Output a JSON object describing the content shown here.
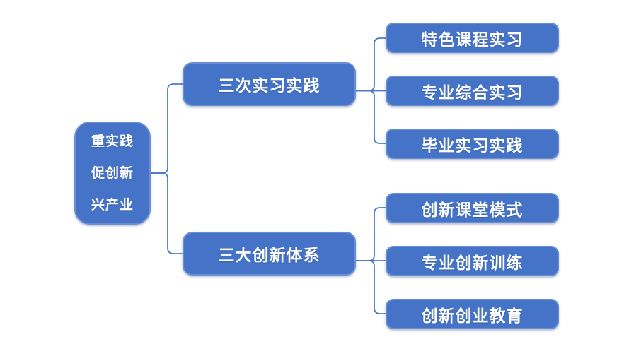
{
  "colors": {
    "node_fill": "#4573C8",
    "node_border": "#6A8FD4",
    "connector": "#4F79CB",
    "text": "#FFFFFF",
    "background": "#FFFFFF"
  },
  "diagram": {
    "root": {
      "label_lines": [
        "重实践",
        "促创新",
        "兴产业"
      ]
    },
    "branches": [
      {
        "label": "三次实习实践",
        "children": [
          "特色课程实习",
          "专业综合实习",
          "毕业实习实践"
        ]
      },
      {
        "label": "三大创新体系",
        "children": [
          "创新课堂模式",
          "专业创新训练",
          "创新创业教育"
        ]
      }
    ]
  }
}
